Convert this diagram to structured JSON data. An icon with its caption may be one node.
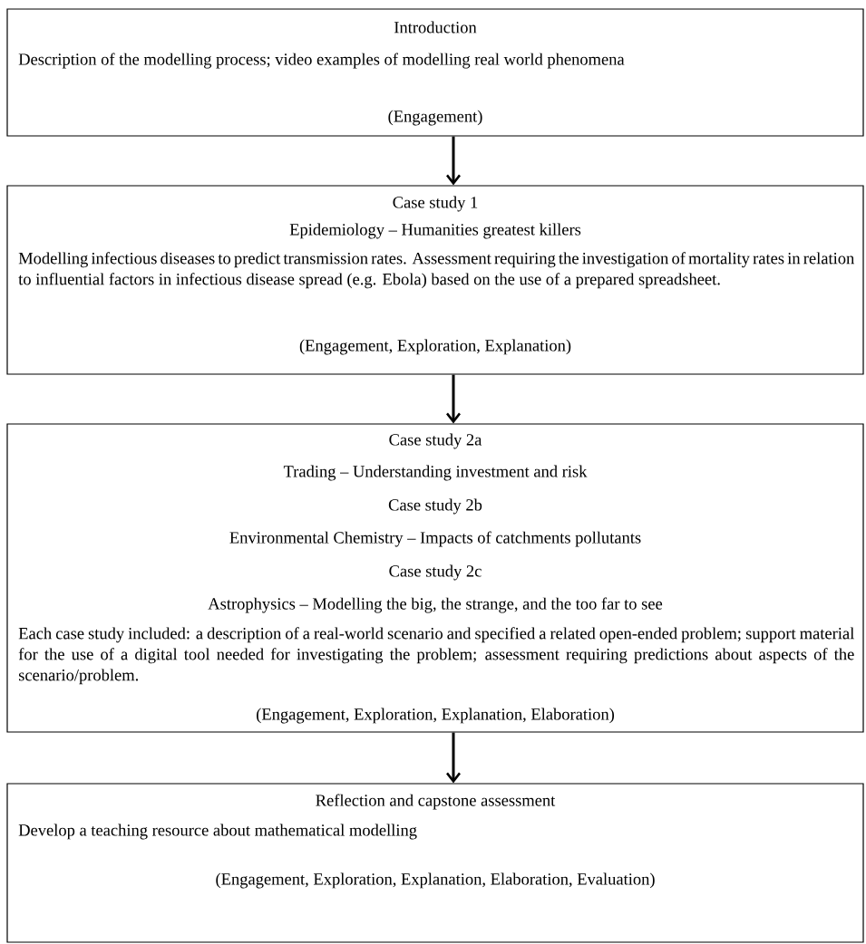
{
  "diagram": {
    "nodes": [
      {
        "text": [
          "Introduction",
          "Description of the modelling process; video examples of modelling real world phenomena",
          "(Engagement)"
        ]
      },
      {
        "text": [
          "Case study 1",
          "Epidemiology – Humanities greatest killers",
          "Modelling infectious diseases to predict transmission rates. Assessment requiring the investigation of mortality rates in relation to influential factors in infectious disease spread (e.g. Ebola) based on the use of a prepared spreadsheet.",
          "(Engagement, Exploration, Explanation)"
        ]
      },
      {
        "text": [
          "Case study 2a",
          "Trading – Understanding investment and risk",
          "Case study 2b",
          "Environmental Chemistry – Impacts of catchments pollutants",
          "Case study 2c",
          "Astrophysics – Modelling the big, the strange, and the too far to see",
          "Each case study included: a description of a real-world scenario and specified a related open-ended problem; support material for the use of a digital tool needed for investigating the problem; assessment requiring predictions about aspects of the scenario/problem.",
          "(Engagement, Exploration, Explanation, Elaboration)"
        ]
      },
      {
        "text": [
          "Reflection and capstone assessment",
          "Develop a teaching resource about mathematical modelling",
          "(Engagement, Exploration, Explanation, Elaboration, Evaluation)"
        ]
      }
    ],
    "edges": [
      {
        "from": 0,
        "to": 1,
        "arrow": "to"
      },
      {
        "from": 1,
        "to": 2,
        "arrow": "to"
      },
      {
        "from": 2,
        "to": 3,
        "arrow": "to"
      }
    ]
  }
}
